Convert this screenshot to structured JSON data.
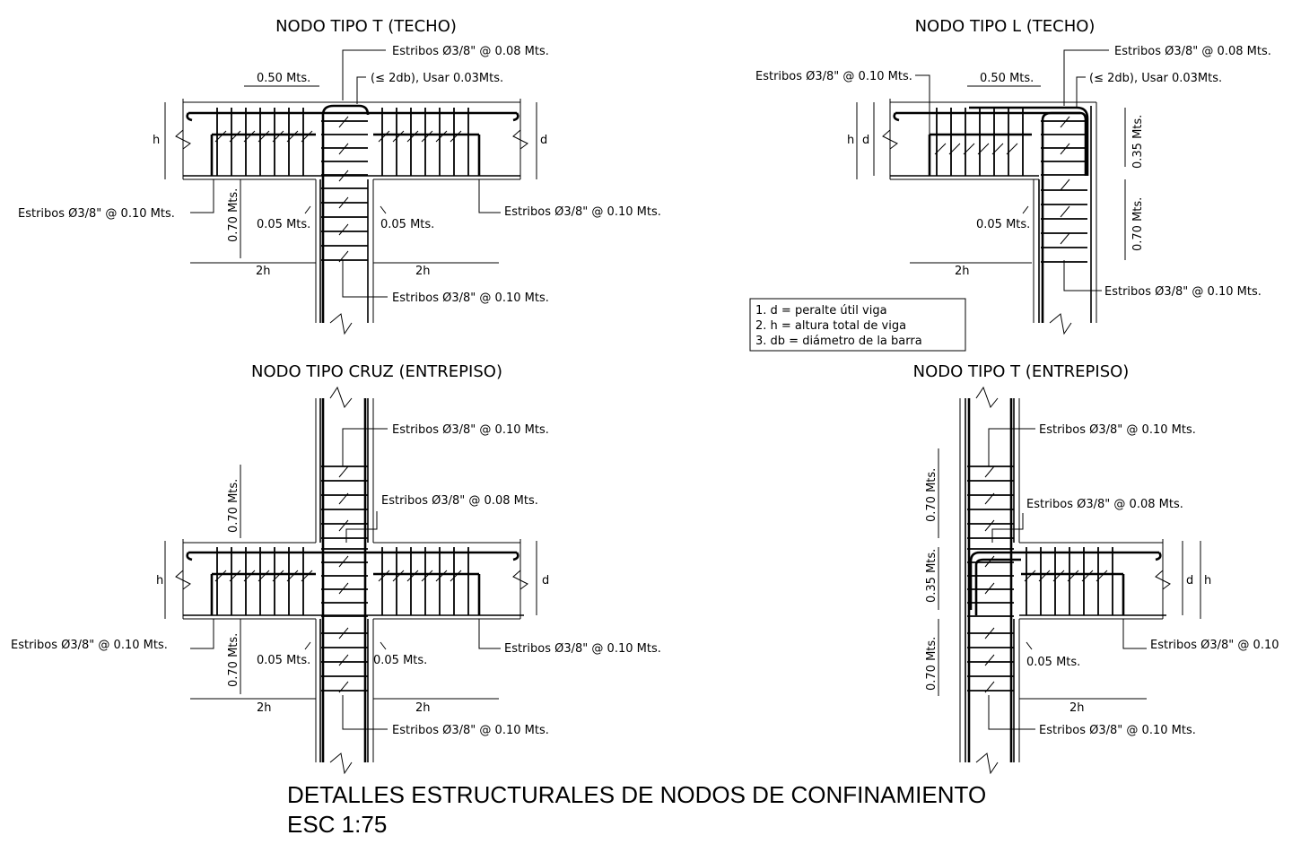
{
  "drawing": {
    "title": "DETALLES ESTRUCTURALES DE NODOS DE CONFINAMIENTO",
    "scale": "ESC 1:75"
  },
  "details": {
    "t_techo": {
      "title": "NODO TIPO T (TECHO)",
      "note_top1": "Estribos Ø3/8\" @ 0.08 Mts.",
      "note_top2": "(≤ 2db), Usar 0.03Mts.",
      "dim_050": "0.50 Mts.",
      "note_left": "Estribos Ø3/8\" @ 0.10 Mts.",
      "note_right": "Estribos Ø3/8\" @ 0.10 Mts.",
      "note_bottom": "Estribos Ø3/8\" @ 0.10 Mts.",
      "dim_070": "0.70 Mts.",
      "dim_005a": "0.05 Mts.",
      "dim_005b": "0.05 Mts.",
      "dim_2h_a": "2h",
      "dim_2h_b": "2h",
      "lbl_h": "h",
      "lbl_d": "d"
    },
    "l_techo": {
      "title": "NODO TIPO L (TECHO)",
      "note_top1": "Estribos Ø3/8\" @ 0.08 Mts.",
      "note_top2": "(≤ 2db), Usar 0.03Mts.",
      "note_left": "Estribos Ø3/8\" @ 0.10 Mts.",
      "dim_050": "0.50 Mts.",
      "dim_035": "0.35 Mts.",
      "dim_070": "0.70 Mts.",
      "dim_005": "0.05 Mts.",
      "dim_2h": "2h",
      "note_bottom": "Estribos Ø3/8\" @ 0.10 Mts.",
      "lbl_h": "h",
      "lbl_d": "d"
    },
    "legend": [
      "1. d = peralte útil viga",
      "2. h = altura total de viga",
      "3. db = diámetro de la barra"
    ],
    "cruz_entrepiso": {
      "title": "NODO TIPO CRUZ (ENTREPISO)",
      "note_top": "Estribos Ø3/8\" @ 0.10 Mts.",
      "note_mid": "Estribos Ø3/8\" @ 0.08 Mts.",
      "dim_070_top": "0.70 Mts.",
      "dim_070_bot": "0.70 Mts.",
      "note_left": "Estribos Ø3/8\" @ 0.10 Mts.",
      "note_right": "Estribos Ø3/8\" @ 0.10 Mts.",
      "dim_005a": "0.05 Mts.",
      "dim_005b": "0.05 Mts.",
      "dim_2h_a": "2h",
      "dim_2h_b": "2h",
      "note_bottom": "Estribos Ø3/8\" @ 0.10 Mts.",
      "lbl_h": "h",
      "lbl_d": "d"
    },
    "t_entrepiso": {
      "title": "NODO TIPO T (ENTREPISO)",
      "note_top": "Estribos Ø3/8\" @ 0.10 Mts.",
      "note_mid": "Estribos Ø3/8\" @ 0.08 Mts.",
      "dim_070_top": "0.70 Mts.",
      "dim_035": "0.35 Mts.",
      "dim_070_bot": "0.70 Mts.",
      "note_right": "Estribos Ø3/8\" @ 0.10",
      "dim_005": "0.05 Mts.",
      "dim_2h": "2h",
      "note_bottom": "Estribos Ø3/8\" @ 0.10 Mts.",
      "lbl_d": "d",
      "lbl_h": "h"
    }
  }
}
